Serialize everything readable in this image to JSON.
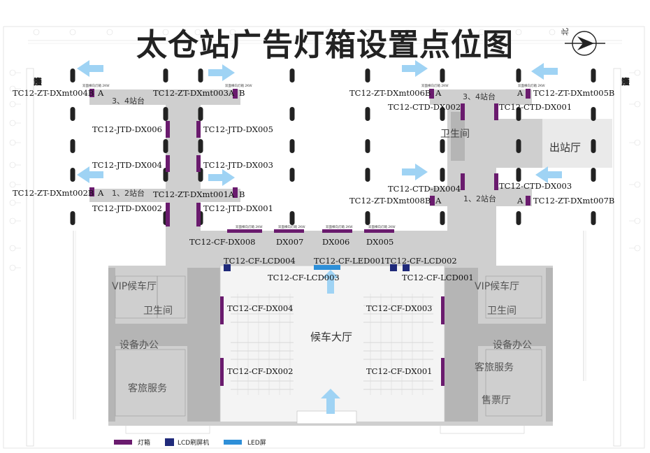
{
  "title": "太仓站广告灯箱设置点位图",
  "compass": "北",
  "side_labels": {
    "left": [
      "东",
      "西",
      "广",
      "场",
      "连",
      "接",
      "通",
      "道"
    ],
    "right": [
      "东",
      "西",
      "广",
      "场",
      "连",
      "接",
      "通",
      "道"
    ]
  },
  "areas": {
    "platform_34_left": "3、4站台",
    "platform_12_left": "1、2站台",
    "platform_34_right": "3、4站台",
    "platform_12_right": "1、2站台",
    "toilet_upper": "卫生间",
    "exit_hall": "出站厅",
    "waiting_hall": "候车大厅",
    "vip_left": "VIP候车厅",
    "vip_right": "VIP候车厅",
    "toilet_left": "卫生间",
    "toilet_right": "卫生间",
    "equip_left": "设备办公",
    "equip_right": "设备办公",
    "service_left": "客旅服务",
    "service_right": "客旅服务",
    "ticket": "售票厅"
  },
  "labels": {
    "zt004b": "TC12-ZT-DXmt004B",
    "zt003a": "TC12-ZT-DXmt003A",
    "zt006b": "TC12-ZT-DXmt006B",
    "zt005b": "TC12-ZT-DXmt005B",
    "ctd002": "TC12-CTD-DX002",
    "ctd001": "TC12-CTD-DX001",
    "jtd006": "TC12-JTD-DX006",
    "jtd005": "TC12-JTD-DX005",
    "jtd004": "TC12-JTD-DX004",
    "jtd003": "TC12-JTD-DX003",
    "ctd004": "TC12-CTD-DX004",
    "ctd003": "TC12-CTD-DX003",
    "zt002b": "TC12-ZT-DXmt002B",
    "zt001a": "TC12-ZT-DXmt001A",
    "zt008b": "TC12-ZT-DXmt008B",
    "zt007b": "TC12-ZT-DXmt007B",
    "jtd002": "TC12-JTD-DX002",
    "jtd001": "TC12-JTD-DX001",
    "cf008": "TC12-CF-DX008",
    "dx007": "DX007",
    "dx006": "DX006",
    "dx005": "DX005",
    "lcd004": "TC12-CF-LCD004",
    "led001": "TC12-CF-LED001",
    "lcd002": "TC12-CF-LCD002",
    "lcd003": "TC12-CF-LCD003",
    "lcd001": "TC12-CF-LCD001",
    "cf004": "TC12-CF-DX004",
    "cf003": "TC12-CF-DX003",
    "cf002": "TC12-CF-DX002",
    "cf001": "TC12-CF-DX001"
  },
  "marks": {
    "a": "A",
    "b": "B"
  },
  "small_spec": "双面横向灯箱 2KW",
  "legend": {
    "lightbox": "灯箱",
    "lcd": "LCD刷屏机",
    "led": "LED屏"
  },
  "colors": {
    "lightbox": "#6a1b6e",
    "lcd": "#1f2a7a",
    "led": "#2e8fd8",
    "arrow": "#9fd3f4",
    "floor": "#cfcfcf",
    "dark_floor": "#b5b5b5",
    "column": "#222222"
  }
}
